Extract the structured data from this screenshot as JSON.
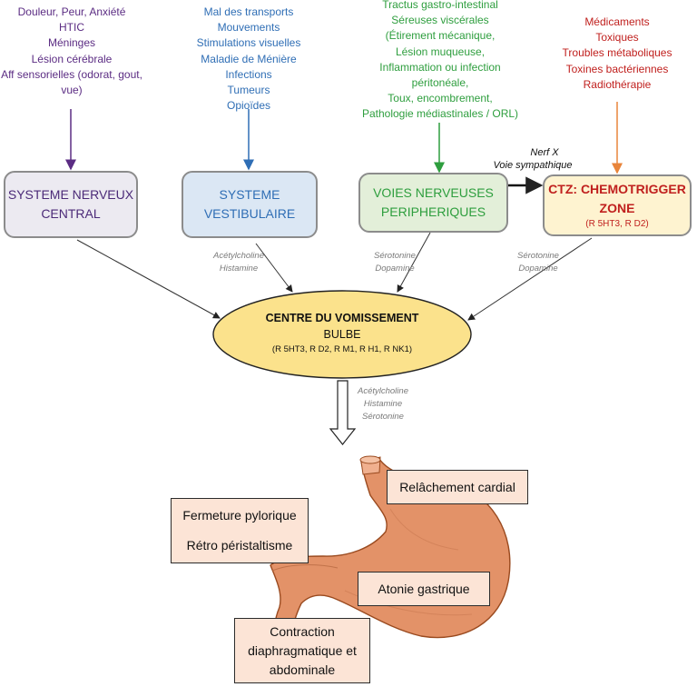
{
  "colors": {
    "purple": "#5b2c83",
    "blue": "#2f6eb5",
    "green": "#2e9e3e",
    "red": "#c0201e",
    "orange": "#e8843a",
    "box_gray": "#eceaf1",
    "box_blue": "#dbe7f4",
    "box_green": "#e3efd9",
    "box_yellow": "#fef3d0",
    "center_fill": "#fbe28c",
    "label_box": "#fce4d6",
    "stomach": "#e39268"
  },
  "causes": {
    "cns": [
      "Douleur, Peur, Anxiété",
      "HTIC",
      "Méninges",
      "Lésion cérébrale",
      "Aff sensorielles (odorat, gout,",
      "vue)"
    ],
    "vestibular": [
      "Mal des transports",
      "Mouvements",
      "Stimulations visuelles",
      "Maladie de Ménière",
      "Infections",
      "Tumeurs",
      "Opioïdes"
    ],
    "peripheral": [
      "Tractus gastro-intestinal",
      "Séreuses viscérales",
      "(Étirement mécanique,",
      "Lésion muqueuse,",
      "Inflammation ou infection",
      "péritonéale,",
      "Toux, encombrement,",
      "Pathologie médiastinales / ORL)"
    ],
    "ctz": [
      "Médicaments",
      "Toxiques",
      "Troubles métaboliques",
      "Toxines bactériennes",
      "Radiothérapie"
    ]
  },
  "boxes": {
    "cns": [
      "SYSTEME NERVEUX",
      "CENTRAL"
    ],
    "vestibular": [
      "SYSTEME",
      "VESTIBULAIRE"
    ],
    "peripheral": [
      "VOIES NERVEUSES",
      "PERIPHERIQUES"
    ],
    "ctz_title": [
      "CTZ: CHEMOTRIGGER",
      "ZONE"
    ],
    "ctz_receptors": "(R 5HT3, R D2)"
  },
  "link_label": [
    "Nerf X",
    "Voie sympathique"
  ],
  "neurotransmitters": {
    "vestibular": [
      "Acétylcholine",
      "Histamine"
    ],
    "peripheral": [
      "Sérotonine",
      "Dopamine"
    ],
    "ctz": [
      "Sérotonine",
      "Dopamine"
    ],
    "output": [
      "Acétylcholine",
      "Histamine",
      "Sérotonine"
    ]
  },
  "center": {
    "title": "CENTRE DU VOMISSEMENT",
    "subtitle": "BULBE",
    "receptors": "(R 5HT3, R D2, R M1, R H1, R NK1)"
  },
  "effects": {
    "cardia": "Relâchement cardial",
    "pylorus": [
      "Fermeture pylorique",
      "Rétro péristaltisme"
    ],
    "atony": "Atonie gastrique",
    "contraction": [
      "Contraction",
      "diaphragmatique et",
      "abdominale"
    ]
  }
}
